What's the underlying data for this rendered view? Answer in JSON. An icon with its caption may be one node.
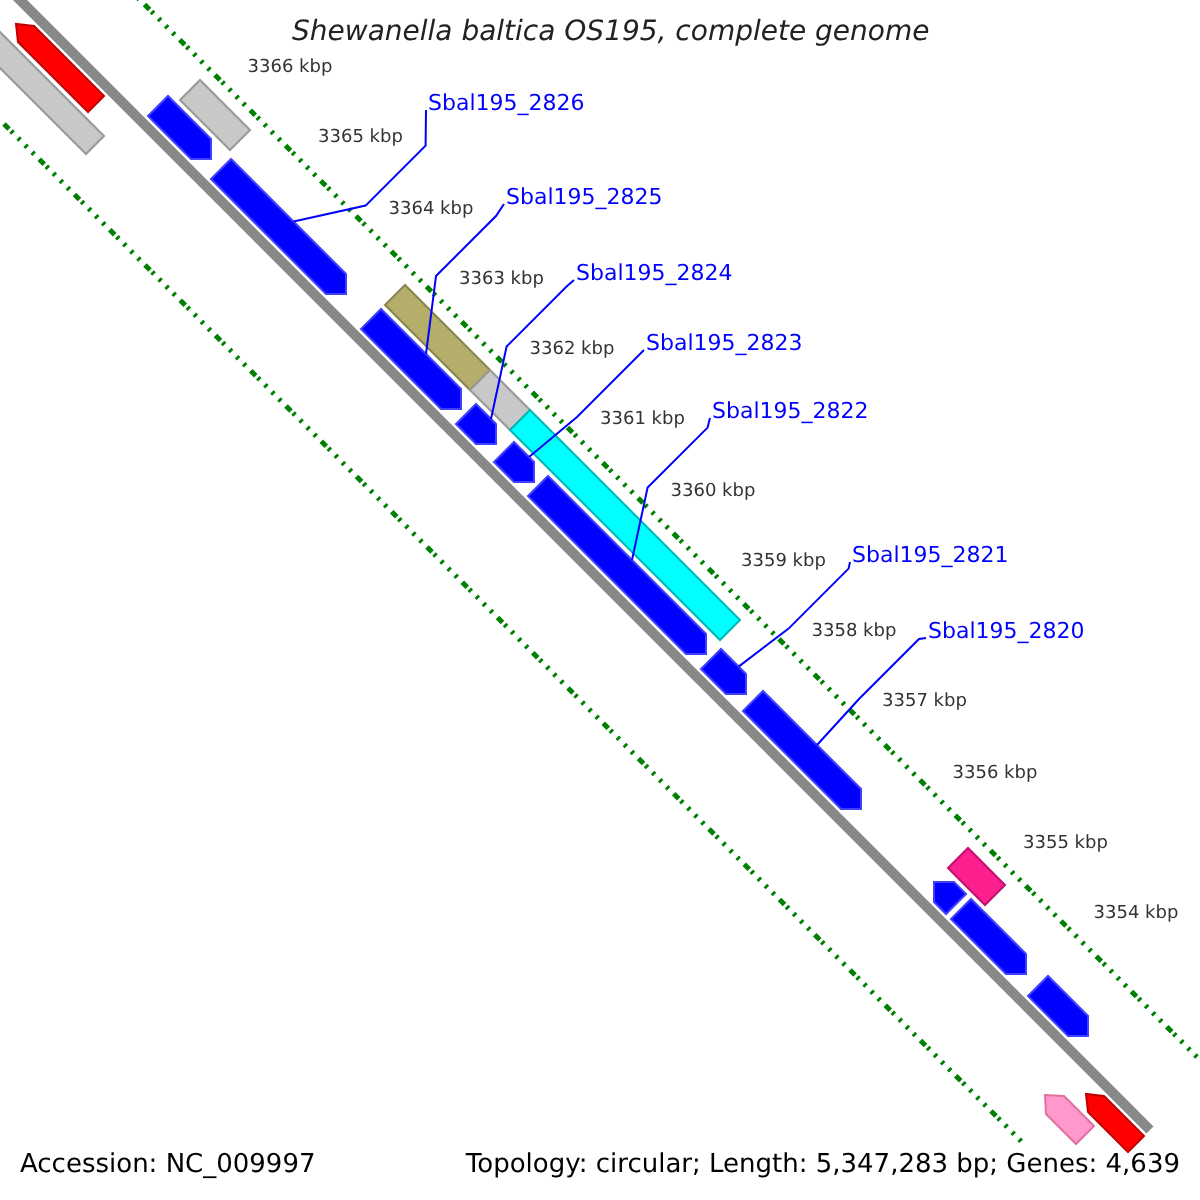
{
  "diagram": {
    "title": "Shewanella baltica OS195, complete genome",
    "nodes": [
      {
        "text": [
          "Sbal195_2826"
        ]
      },
      {
        "text": [
          "Sbal195_2825"
        ]
      },
      {
        "text": [
          "Sbal195_2824"
        ]
      },
      {
        "text": [
          "Sbal195_2823"
        ]
      },
      {
        "text": [
          "Sbal195_2822"
        ]
      },
      {
        "text": [
          "Sbal195_2821"
        ]
      },
      {
        "text": [
          "Sbal195_2820"
        ]
      },
      {
        "text": [],
        "shape": "bar"
      },
      {
        "text": [],
        "shape": "bar"
      },
      {
        "text": [],
        "shape": "bar"
      },
      {
        "text": [],
        "shape": "bar"
      },
      {
        "text": [],
        "shape": "bar"
      },
      {
        "text": [],
        "shape": "bar"
      },
      {
        "text": [],
        "shape": "bar"
      }
    ],
    "edges": [
      {
        "from": 0,
        "to": 7,
        "arrow": "none"
      },
      {
        "from": 1,
        "to": 8,
        "arrow": "none"
      },
      {
        "from": 2,
        "to": 9,
        "arrow": "none"
      },
      {
        "from": 3,
        "to": 10,
        "arrow": "none"
      },
      {
        "from": 4,
        "to": 11,
        "arrow": "none"
      },
      {
        "from": 5,
        "to": 12,
        "arrow": "none"
      },
      {
        "from": 6,
        "to": 13,
        "arrow": "none"
      }
    ],
    "labels": [
      "3366 kbp",
      "3365 kbp",
      "3364 kbp",
      "3363 kbp",
      "3362 kbp",
      "3361 kbp",
      "3360 kbp",
      "3359 kbp",
      "3358 kbp",
      "3357 kbp",
      "3356 kbp",
      "3355 kbp",
      "3354 kbp",
      "Accession: NC_009997",
      "Topology: circular; Length: 5,347,283 bp; Genes: 4,639"
    ]
  }
}
